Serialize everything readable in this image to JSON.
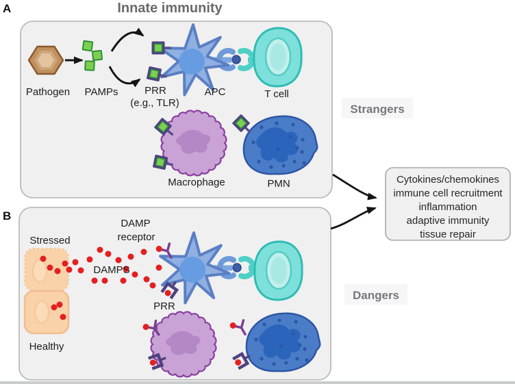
{
  "title": "Innate immunity",
  "panel_a": {
    "label": "A",
    "tag": "Strangers",
    "labels": {
      "pathogen": "Pathogen",
      "pamps": "PAMPs",
      "prr": "PRR",
      "prr_example": "(e.g., TLR)",
      "apc": "APC",
      "t_cell": "T cell",
      "macrophage": "Macrophage",
      "pmn": "PMN"
    }
  },
  "panel_b": {
    "label": "B",
    "tag": "Dangers",
    "labels": {
      "damp_receptor_line1": "DAMP",
      "damp_receptor_line2": "receptor",
      "stressed": "Stressed",
      "damps": "DAMPS",
      "prr": "PRR",
      "healthy": "Healthy"
    }
  },
  "output_box": {
    "lines": [
      "Cytokines/chemokines",
      "immune cell recruitment",
      "inflammation",
      "adaptive immunity",
      "tissue repair"
    ]
  },
  "colors": {
    "panel_fill": "#f0f0f1",
    "panel_border": "#b3b3b3",
    "pathogen_brown": "#c0905e",
    "pathogen_border": "#8a5a2c",
    "pamp_green": "#7ccf52",
    "pamp_border": "#2f8f35",
    "receptor_frame_indigo": "#4e4380",
    "apc_blue": "#8fb0e0",
    "apc_border": "#5b7fc4",
    "apc_nucleus": "#639ae2",
    "tcell_teal": "#7ee0da",
    "tcell_border": "#2fbcb4",
    "macrophage_purple": "#c9a3d6",
    "macrophage_border": "#8a3f9f",
    "pmn_blue": "#4a7cc7",
    "pmn_border": "#2d55a2",
    "pmn_nucleus": "#2b64bb",
    "damp_red": "#e32020",
    "damp_receptor_purple": "#7a4090",
    "stressed_cell_peach": "#f9d2a9",
    "stressed_cell_border": "#f2bd8f",
    "synapse_navy": "#3c5fa6",
    "arrow_black": "#141414"
  }
}
